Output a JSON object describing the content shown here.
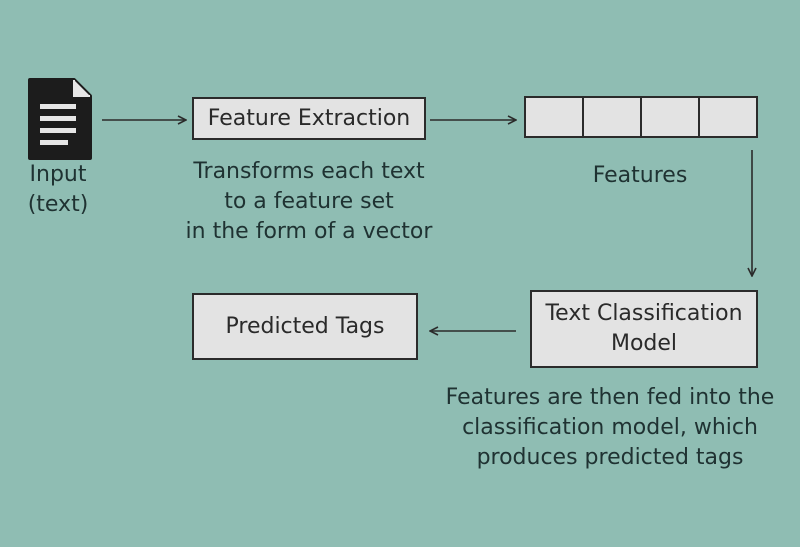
{
  "diagram": {
    "input": {
      "icon": "document-icon",
      "label_line1": "Input",
      "label_line2": "(text)"
    },
    "feature_extraction": {
      "label": "Feature Extraction",
      "caption_line1": "Transforms each text",
      "caption_line2": "to a feature set",
      "caption_line3": "in the form of a vector"
    },
    "features": {
      "label": "Features",
      "cell_count": 4
    },
    "classification_model": {
      "label_line1": "Text Classification",
      "label_line2": "Model",
      "caption_line1": "Features are then fed into the",
      "caption_line2": "classification model, which",
      "caption_line3": "produces predicted tags"
    },
    "predicted_tags": {
      "label": "Predicted Tags"
    },
    "colors": {
      "background": "#8fbdb3",
      "box_fill": "#e3e3e3",
      "stroke": "#2b2b2b"
    }
  }
}
